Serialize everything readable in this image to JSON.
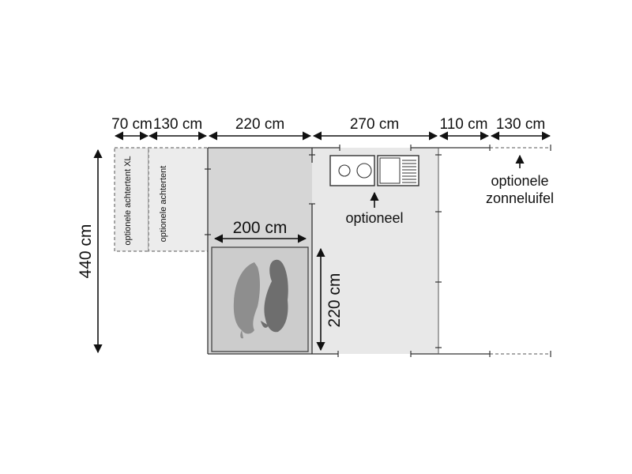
{
  "dimensions": {
    "top": [
      "70 cm",
      "130 cm",
      "220 cm",
      "270 cm",
      "110 cm",
      "130 cm"
    ],
    "height_total": "440 cm",
    "bed_width": "200 cm",
    "bed_height": "220 cm"
  },
  "labels": {
    "annex_xl": "optionele achtertent XL",
    "annex": "optionele achtertent",
    "kitchen": "optioneel",
    "awning_line1": "optionele",
    "awning_line2": "zonneluifel"
  },
  "colors": {
    "annex_fill": "#ececec",
    "main_fill": "#d6d6d6",
    "bed_fill": "#cccccc",
    "living_fill": "#e8e8e8",
    "sleeper": "#8e8e8e",
    "sleeper_dark": "#6e6e6e",
    "line": "#333333"
  },
  "icons": [
    "arrow-up-icon",
    "stove-icon",
    "sink-icon",
    "sleeping-person-icon"
  ]
}
